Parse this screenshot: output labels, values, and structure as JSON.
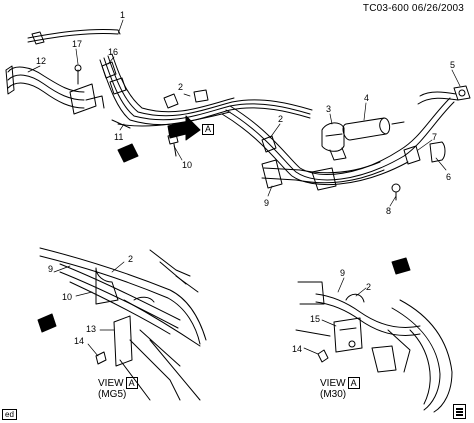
{
  "header": {
    "id_date": "TC03-600  06/26/2003"
  },
  "views": {
    "left": {
      "title": "VIEW",
      "letter": "A",
      "code": "(MG5)"
    },
    "right": {
      "title": "VIEW",
      "letter": "A",
      "code": "(M30)"
    }
  },
  "main_arrow": {
    "letter": "A"
  },
  "callouts_main": [
    "1",
    "17",
    "16",
    "12",
    "11",
    "2",
    "2",
    "10",
    "3",
    "4",
    "5",
    "6",
    "7",
    "9",
    "8"
  ],
  "callouts_left": [
    "9",
    "2",
    "10",
    "13",
    "14"
  ],
  "callouts_right": [
    "9",
    "2",
    "15",
    "14"
  ],
  "corner": {
    "tag": "ed"
  },
  "icons": {
    "front_arrow": "front-direction-arrow-icon",
    "book": "book-icon"
  },
  "colors": {
    "line": "#000000",
    "background": "#ffffff"
  }
}
